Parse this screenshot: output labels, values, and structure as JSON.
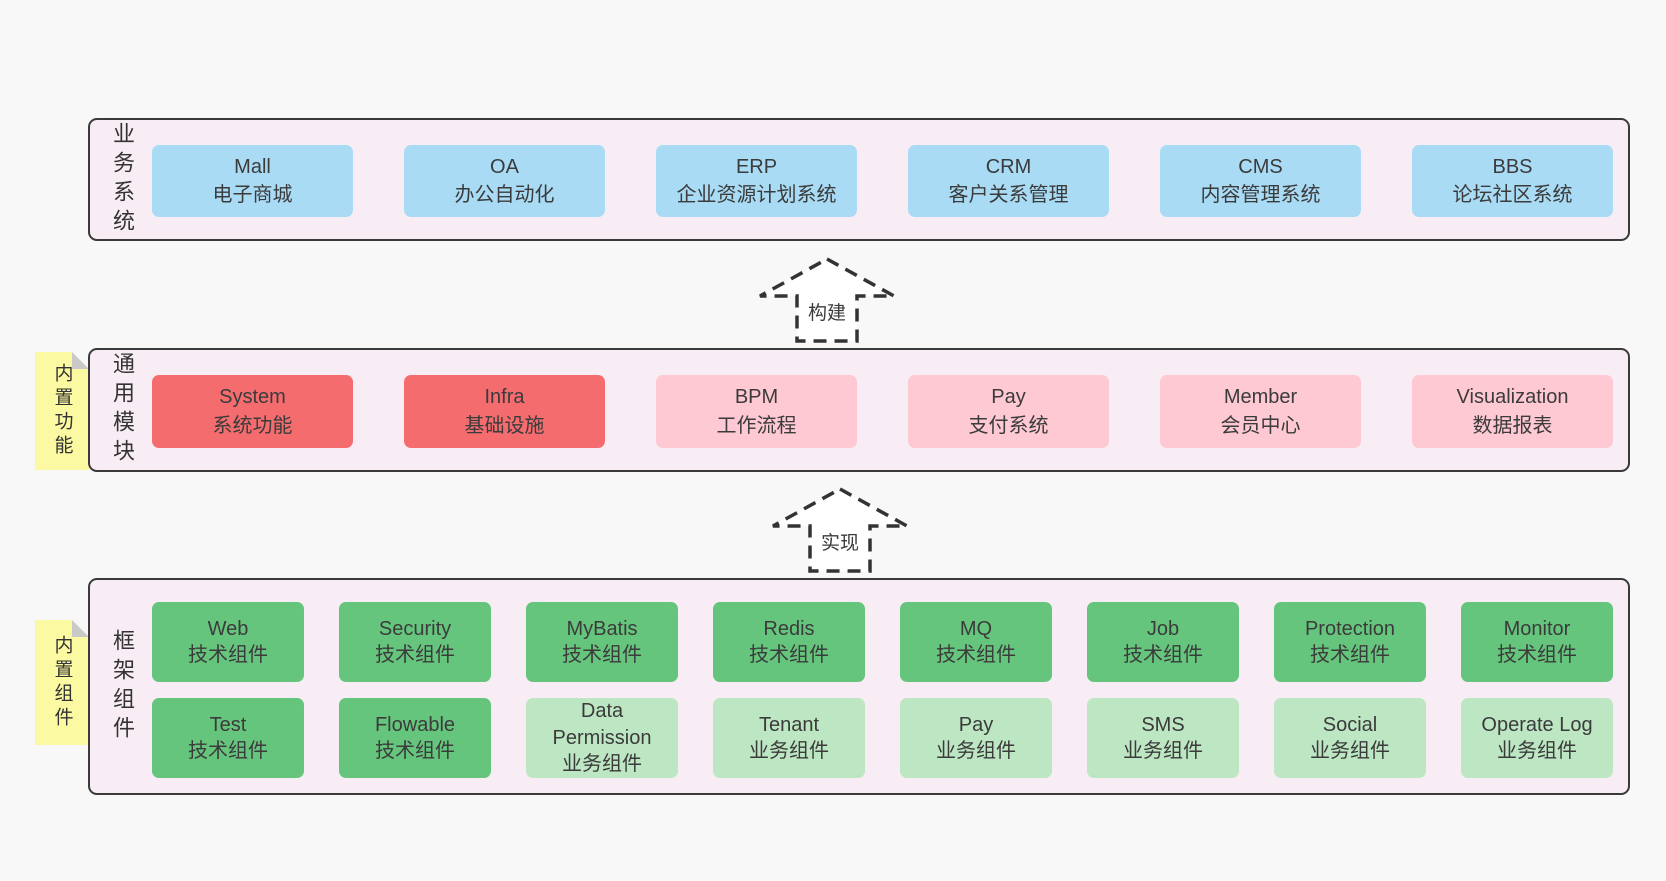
{
  "palette": {
    "page_bg": "#f8f8f8",
    "panel_bg": "#f8edf5",
    "panel_border": "#3a3a3a",
    "blue_box": "#a9dbf5",
    "red_box": "#f56c6f",
    "pink_box": "#fec9d2",
    "green_box": "#66c57d",
    "light_green_box": "#bde6c3",
    "sticky_yellow": "#fbf9a1",
    "sticky_fold": "#c9c9c9",
    "text": "#3b3b3b"
  },
  "business": {
    "label": "业务系统",
    "boxes": [
      {
        "title": "Mall",
        "subtitle": "电子商城"
      },
      {
        "title": "OA",
        "subtitle": "办公自动化"
      },
      {
        "title": "ERP",
        "subtitle": "企业资源计划系统"
      },
      {
        "title": "CRM",
        "subtitle": "客户关系管理"
      },
      {
        "title": "CMS",
        "subtitle": "内容管理系统"
      },
      {
        "title": "BBS",
        "subtitle": "论坛社区系统"
      }
    ]
  },
  "arrows": {
    "build": "构建",
    "implement": "实现"
  },
  "modules": {
    "label": "通用模块",
    "sticky": "内置功能",
    "boxes": [
      {
        "title": "System",
        "subtitle": "系统功能"
      },
      {
        "title": "Infra",
        "subtitle": "基础设施"
      },
      {
        "title": "BPM",
        "subtitle": "工作流程"
      },
      {
        "title": "Pay",
        "subtitle": "支付系统"
      },
      {
        "title": "Member",
        "subtitle": "会员中心"
      },
      {
        "title": "Visualization",
        "subtitle": "数据报表"
      }
    ]
  },
  "components": {
    "label": "框架组件",
    "sticky": "内置组件",
    "row1": [
      {
        "title": "Web",
        "subtitle": "技术组件"
      },
      {
        "title": "Security",
        "subtitle": "技术组件"
      },
      {
        "title": "MyBatis",
        "subtitle": "技术组件"
      },
      {
        "title": "Redis",
        "subtitle": "技术组件"
      },
      {
        "title": "MQ",
        "subtitle": "技术组件"
      },
      {
        "title": "Job",
        "subtitle": "技术组件"
      },
      {
        "title": "Protection",
        "subtitle": "技术组件"
      },
      {
        "title": "Monitor",
        "subtitle": "技术组件"
      }
    ],
    "row2": [
      {
        "title": "Test",
        "subtitle": "技术组件"
      },
      {
        "title": "Flowable",
        "subtitle": "技术组件"
      },
      {
        "title": "Data Permission",
        "subtitle": "业务组件"
      },
      {
        "title": "Tenant",
        "subtitle": "业务组件"
      },
      {
        "title": "Pay",
        "subtitle": "业务组件"
      },
      {
        "title": "SMS",
        "subtitle": "业务组件"
      },
      {
        "title": "Social",
        "subtitle": "业务组件"
      },
      {
        "title": "Operate Log",
        "subtitle": "业务组件"
      }
    ]
  }
}
